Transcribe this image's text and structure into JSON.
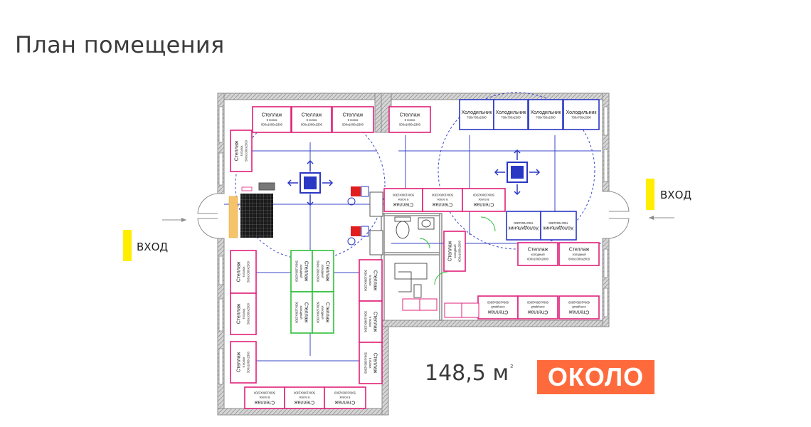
{
  "page_title": "План помещения",
  "entrances": {
    "left_label": "ВХОД",
    "right_label": "ВХОД"
  },
  "area": {
    "value": "148,5",
    "unit": "м",
    "unit_sup": "²"
  },
  "brand": {
    "logo_text": "ОКОЛО",
    "color": "#ff6a3d"
  },
  "shelf": {
    "title": "Стеллаж",
    "shelves_6": "6 полок",
    "size_500": "500х1000х2300",
    "cold": "холодный",
    "size_cold": "600х1000х2000",
    "size_glass": "500х1200х2300"
  },
  "fridge": {
    "title": "Холодильник",
    "size": "700х700х2300"
  },
  "colors": {
    "shelf": "#e0217a",
    "fridge": "#2a37c4",
    "green_shelf": "#2fbf3a",
    "wall": "#8c8c8c",
    "red": "#e11d1d"
  }
}
